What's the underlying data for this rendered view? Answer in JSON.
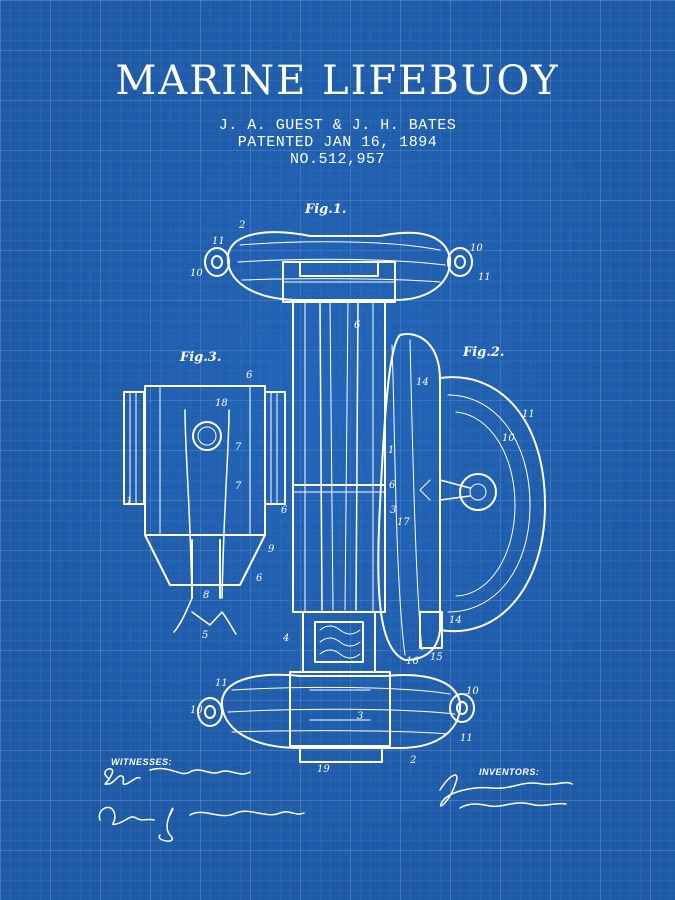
{
  "document": {
    "title": "MARINE LIFEBUOY",
    "inventors_line": "J. A. GUEST & J. H. BATES",
    "patented_line": "PATENTED JAN 16, 1894",
    "number_line": "NO.512,957"
  },
  "figures": {
    "fig1_caption": "Fig.1.",
    "fig2_caption": "Fig.2.",
    "fig3_caption": "Fig.3."
  },
  "labels": {
    "n1": "1",
    "n2": "2",
    "n3": "3",
    "n4": "4",
    "n5": "5",
    "n6": "6",
    "n7": "7",
    "n8": "8",
    "n9": "9",
    "n10": "10",
    "n11": "11",
    "n14": "14",
    "n15": "15",
    "n16": "16",
    "n17": "17",
    "n18": "18",
    "n19": "19"
  },
  "signatures": {
    "witnesses_heading": "WITNESSES:",
    "inventors_heading": "INVENTORS:"
  },
  "colors": {
    "background": "#1e5aa6",
    "ink": "#ffffff"
  }
}
